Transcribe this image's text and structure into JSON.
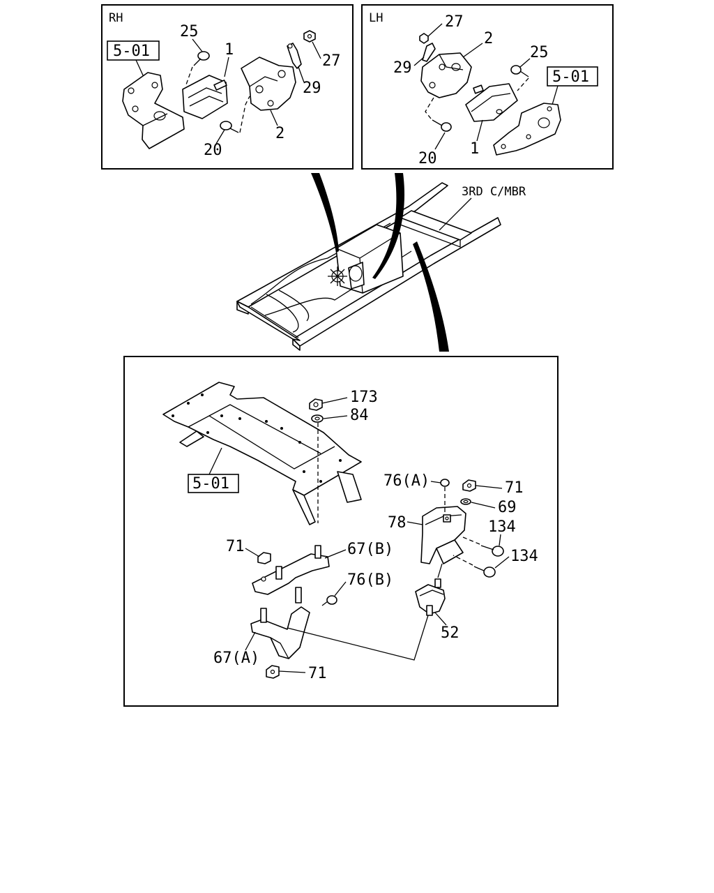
{
  "panels": {
    "rh": {
      "header": "RH",
      "ref": "5-01",
      "labels": {
        "p25": "25",
        "p1": "1",
        "p27": "27",
        "p29": "29",
        "p2": "2",
        "p20": "20"
      }
    },
    "lh": {
      "header": "LH",
      "ref": "5-01",
      "labels": {
        "p27": "27",
        "p2": "2",
        "p29": "29",
        "p25": "25",
        "p20": "20",
        "p1": "1"
      }
    },
    "overview": {
      "label": "3RD C/MBR"
    },
    "detail": {
      "ref": "5-01",
      "labels": {
        "p173": "173",
        "p84": "84",
        "p76a": "76(A)",
        "p71a": "71",
        "p69": "69",
        "p78": "78",
        "p134a": "134",
        "p134b": "134",
        "p71b": "71",
        "p67b": "67(B)",
        "p76b": "76(B)",
        "p52": "52",
        "p67a": "67(A)",
        "p71c": "71"
      }
    }
  }
}
